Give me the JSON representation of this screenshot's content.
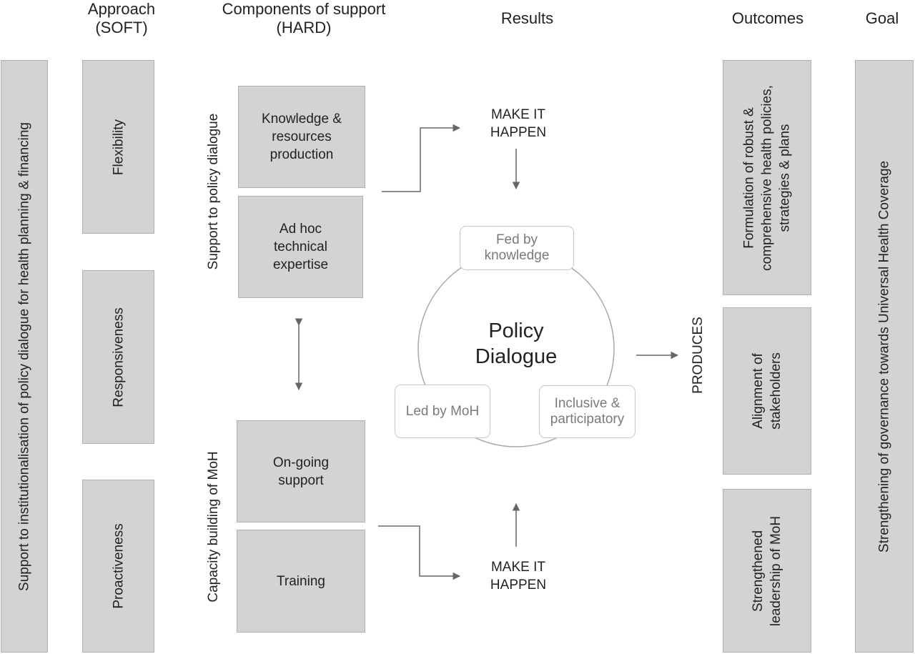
{
  "headers": {
    "approach": "Approach\n(SOFT)",
    "components": "Components of support\n(HARD)",
    "results": "Results",
    "outcomes": "Outcomes",
    "goal": "Goal"
  },
  "left_bar": "Support to institutionalisation of policy dialogue for health planning & financing",
  "approach_items": [
    "Flexibility",
    "Responsiveness",
    "Proactiveness"
  ],
  "component_groups": {
    "policy_dialogue_label": "Support to policy dialogue",
    "capacity_label": "Capacity building of MoH"
  },
  "components": {
    "knowledge": "Knowledge &\nresources\nproduction",
    "adhoc": "Ad hoc\ntechnical\nexpertise",
    "ongoing": "On-going\nsupport",
    "training": "Training"
  },
  "results": {
    "make_top": "MAKE IT\nHAPPEN",
    "make_bottom": "MAKE IT\nHAPPEN",
    "center": "Policy\nDialogue",
    "fed": "Fed by\nknowledge",
    "led": "Led by MoH",
    "inclusive": "Inclusive &\nparticipatory",
    "produces": "PRODUCES"
  },
  "outcomes": [
    "Formulation of robust &\ncomprehensive health policies,\nstrategies & plans",
    "Alignment of\nstakeholders",
    "Strengthened\nleadership of MoH"
  ],
  "goal": "Strengthening of governance towards Universal Health Coverage",
  "colors": {
    "box_fill": "#d3d3d3",
    "box_border": "#b0b0b0",
    "arrow": "#666666",
    "pill_text": "#7a7a7a"
  }
}
